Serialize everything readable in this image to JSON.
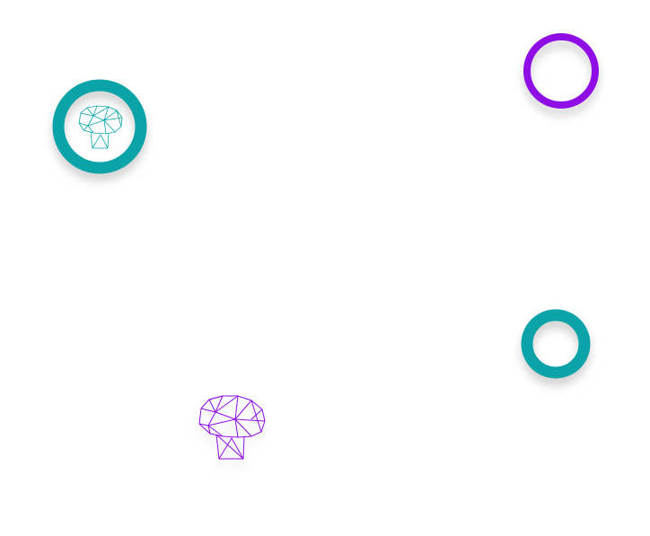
{
  "game": {
    "colors": {
      "teal": "#0aa3a8",
      "purple": "#8f0ee6",
      "background": "#ffffff"
    },
    "pieces": [
      {
        "kind": "ring",
        "color": "teal",
        "contains": "mushroom-icon"
      },
      {
        "kind": "ring",
        "color": "purple",
        "contains": ""
      },
      {
        "kind": "ring",
        "color": "teal",
        "contains": ""
      },
      {
        "kind": "mushroom-icon",
        "color": "purple"
      }
    ]
  }
}
